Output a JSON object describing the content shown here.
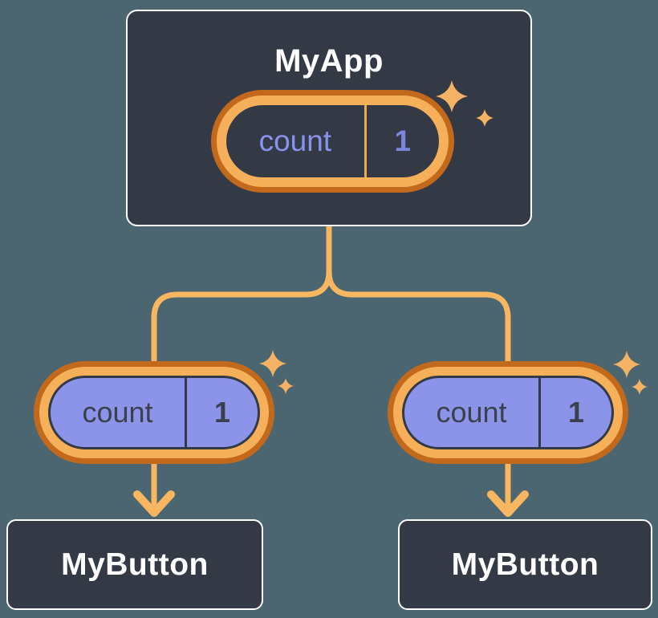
{
  "tree": {
    "root": {
      "label": "MyApp",
      "state": {
        "name": "count",
        "value": "1"
      }
    },
    "children": [
      {
        "label": "MyButton",
        "prop": {
          "name": "count",
          "value": "1"
        }
      },
      {
        "label": "MyButton",
        "prop": {
          "name": "count",
          "value": "1"
        }
      }
    ]
  },
  "icons": {
    "sparkle": "sparkle-icon"
  },
  "colors": {
    "background": "#4B6670",
    "node_fill": "#333A46",
    "node_border": "#FFFFFF",
    "node_text": "#FFFFFF",
    "pill_ring_outer": "#C3691C",
    "pill_ring_inner": "#F7B05A",
    "state_name_text": "#8A93EC",
    "state_value_text": "#7C85DC",
    "prop_fill": "#8C94E9",
    "prop_text": "#3A414D",
    "connector": "#F8B660",
    "sparkle": "#F6B264"
  }
}
